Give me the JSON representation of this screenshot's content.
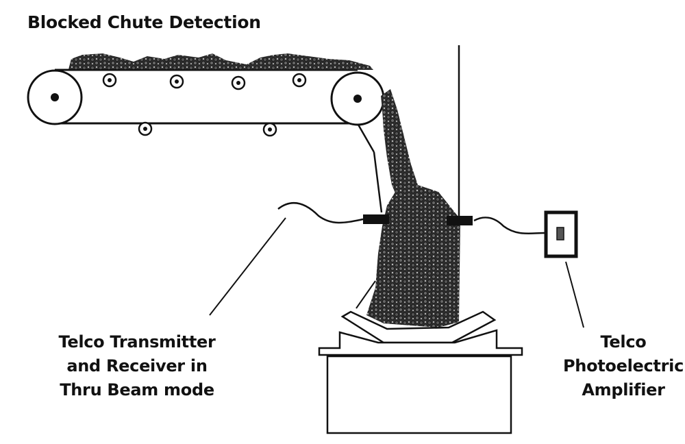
{
  "title": "Blocked Chute Detection",
  "labels": {
    "transmitter_receiver": [
      "Telco Transmitter",
      "and Receiver in",
      "Thru Beam mode"
    ],
    "amplifier": [
      "Telco",
      "Photoelectric",
      "Amplifier"
    ]
  },
  "components": {
    "conveyor": "conveyor-belt",
    "chute": "chute",
    "transmitter": "photoelectric-transmitter",
    "receiver": "photoelectric-receiver",
    "amplifier": "photoelectric-amplifier",
    "hopper": "receiving-hopper"
  },
  "colors": {
    "ink": "#111111",
    "material": "#3a3a3a",
    "background": "#ffffff"
  }
}
